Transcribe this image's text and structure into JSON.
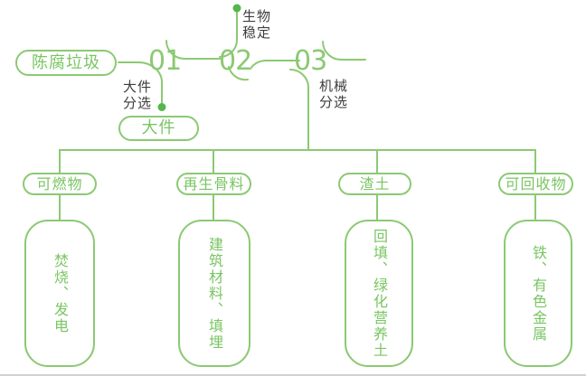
{
  "diagram": {
    "source_label": "陈腐垃圾",
    "steps": [
      {
        "number": "01",
        "label_line1": "大件",
        "label_line2": "分选"
      },
      {
        "number": "02",
        "label_line1": "生物",
        "label_line2": "稳定"
      },
      {
        "number": "03",
        "label_line1": "机械",
        "label_line2": "分选"
      }
    ],
    "bulky_label": "大件",
    "columns": [
      {
        "category": "可燃物",
        "detail": "焚烧、发电"
      },
      {
        "category": "再生骨料",
        "detail": "建筑材料、填埋"
      },
      {
        "category": "渣土",
        "detail": "回填、绿化营养土"
      },
      {
        "category": "可回收物",
        "detail": "铁、有色金属"
      }
    ]
  },
  "colors": {
    "line": "#8cc973",
    "dot": "#55b64b",
    "green-text": "#79c562",
    "label": "#3d3d3d",
    "rule": "#d2d2d2"
  }
}
